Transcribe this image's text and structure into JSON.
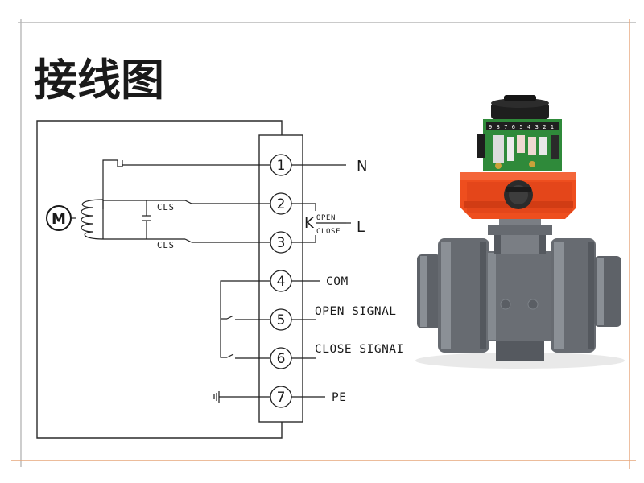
{
  "title": "接线图",
  "motor_label": "M",
  "relay_label": "K",
  "relay_open": "OPEN",
  "relay_close": "CLOSE",
  "cls_label_top": "CLS",
  "cls_label_bottom": "CLS",
  "terminals": [
    {
      "num": "1",
      "label": "N"
    },
    {
      "num": "2",
      "label": ""
    },
    {
      "num": "3",
      "label": ""
    },
    {
      "num": "4",
      "label": "COM"
    },
    {
      "num": "5",
      "label": "OPEN SIGNAL"
    },
    {
      "num": "6",
      "label": "CLOSE SIGNAI"
    },
    {
      "num": "7",
      "label": "PE"
    }
  ],
  "side_label_L": "L",
  "actuator_scale": [
    "9",
    "8",
    "7",
    "6",
    "5",
    "4",
    "3",
    "2",
    "1"
  ],
  "colors": {
    "border_gray": "#b4b4b4",
    "border_orange": "#e3a277",
    "actuator_orange": "#ee4e1e",
    "pcb_green": "#2f8a3a",
    "pvc_gray": "#6e7278"
  }
}
